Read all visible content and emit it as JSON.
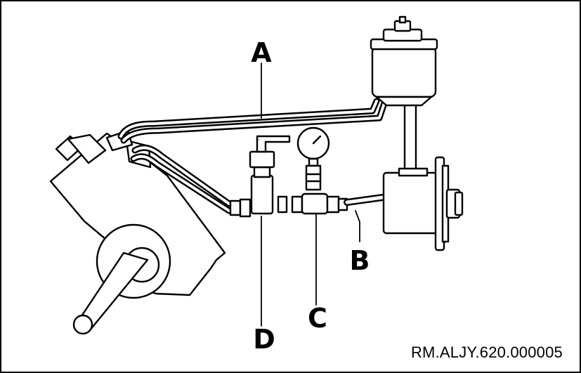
{
  "diagram": {
    "labels": {
      "a": "A",
      "b": "B",
      "c": "C",
      "d": "D"
    },
    "reference_code": "RM.ALJY.620.000005",
    "components": [
      "steering-gear-box",
      "fluid-reservoir",
      "power-steering-pump",
      "pressure-gauge",
      "shut-off-valve",
      "return-line",
      "pressure-hose"
    ]
  }
}
